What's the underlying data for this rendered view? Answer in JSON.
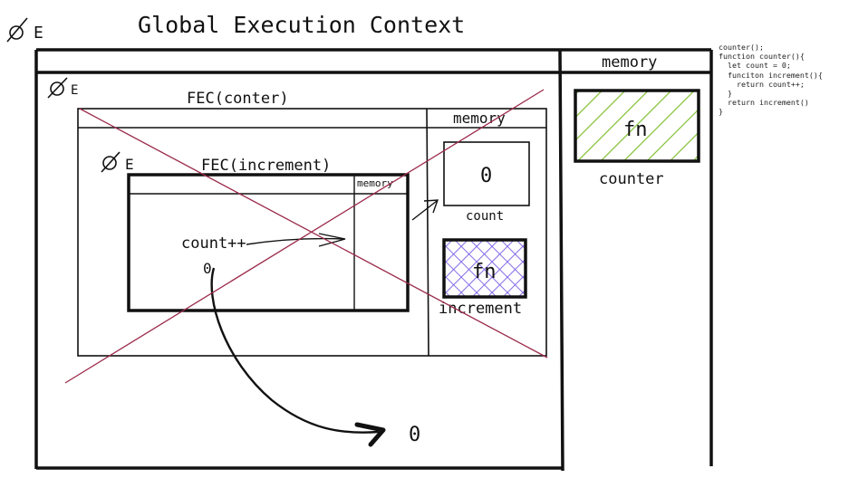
{
  "title": "Global Execution Context",
  "gec": {
    "marker": "E",
    "memory_label": "memory",
    "memory_item": {
      "value": "fn",
      "label": "counter"
    }
  },
  "fec_counter": {
    "marker": "E",
    "title": "FEC(conter)",
    "memory_label": "memory",
    "count_box": {
      "value": "0",
      "label": "count"
    },
    "increment_box": {
      "value": "fn",
      "label": "increment"
    }
  },
  "fec_increment": {
    "marker": "E",
    "title": "FEC(increment)",
    "memory_label": "memory",
    "statement": "count++",
    "statement_result": "0"
  },
  "return_value": "0",
  "code_snippet": "counter();\nfunction counter(){\n  let count = 0;\n  funciton increment(){\n    return count++;\n  }\n  return increment()\n}",
  "colors": {
    "ink": "#111111",
    "cross": "#9b2a4a",
    "hatch_green": "#86c23a",
    "hatch_purple": "#7a5ce6"
  }
}
